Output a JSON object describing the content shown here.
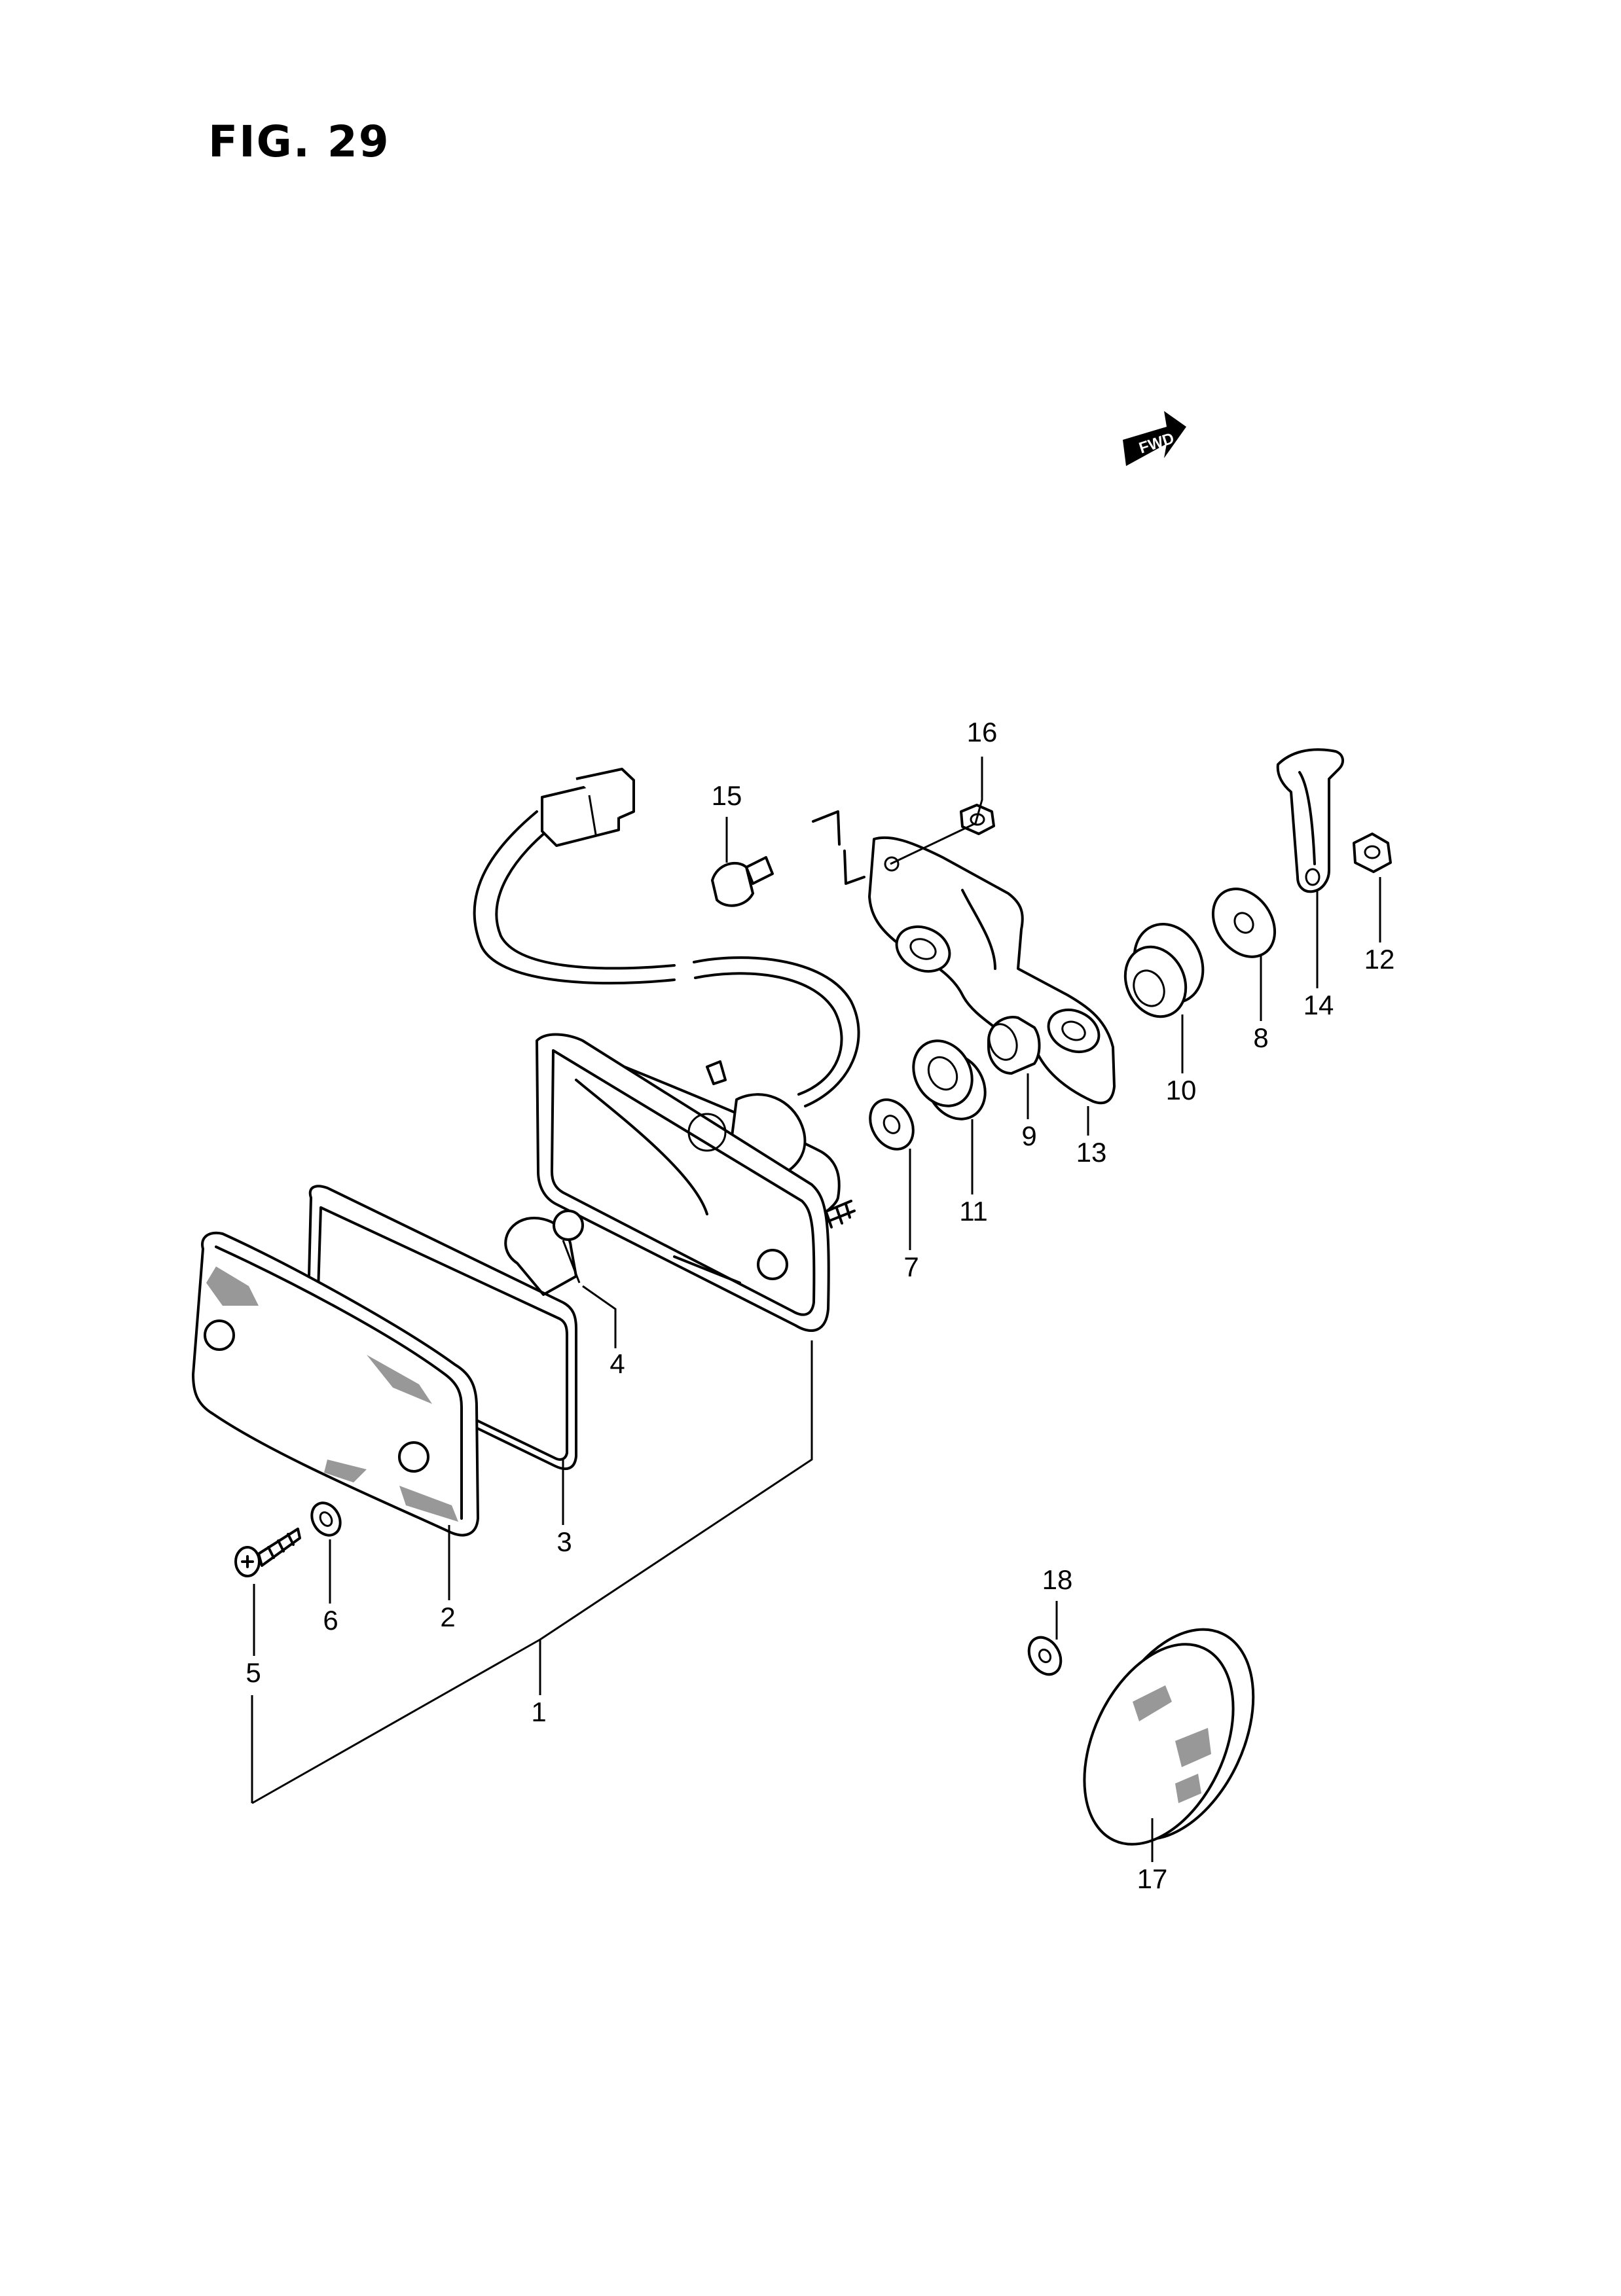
{
  "figure": {
    "title": "FIG. 29",
    "direction_badge": "FWD"
  },
  "callouts": [
    {
      "id": "1",
      "label": "1"
    },
    {
      "id": "2",
      "label": "2"
    },
    {
      "id": "3",
      "label": "3"
    },
    {
      "id": "4",
      "label": "4"
    },
    {
      "id": "5",
      "label": "5"
    },
    {
      "id": "6",
      "label": "6"
    },
    {
      "id": "7",
      "label": "7"
    },
    {
      "id": "8",
      "label": "8"
    },
    {
      "id": "9",
      "label": "9"
    },
    {
      "id": "10",
      "label": "10"
    },
    {
      "id": "11",
      "label": "11"
    },
    {
      "id": "12",
      "label": "12"
    },
    {
      "id": "13",
      "label": "13"
    },
    {
      "id": "14",
      "label": "14"
    },
    {
      "id": "15",
      "label": "15"
    },
    {
      "id": "16",
      "label": "16"
    },
    {
      "id": "17",
      "label": "17"
    },
    {
      "id": "18",
      "label": "18"
    }
  ],
  "colors": {
    "ink": "#000000",
    "paper": "#ffffff",
    "watermark": "#e03a3a"
  }
}
